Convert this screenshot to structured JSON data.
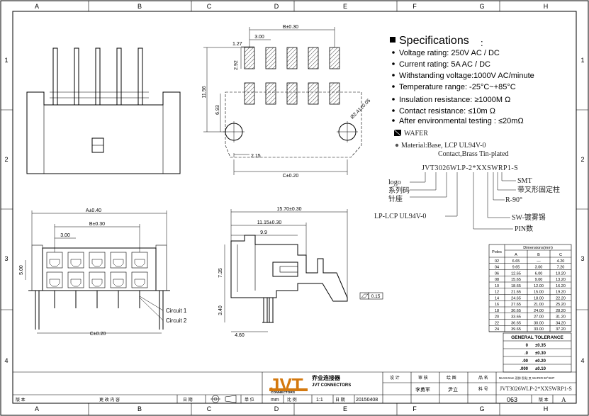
{
  "grid": {
    "columns": [
      "A",
      "B",
      "C",
      "D",
      "E",
      "F",
      "G",
      "H"
    ],
    "rows": [
      "1",
      "2",
      "3",
      "4"
    ]
  },
  "specs": {
    "title": "Specifications",
    "colon": ":",
    "items": [
      "Voltage rating: 250V AC / DC",
      "Current rating: 5A  AC / DC",
      "Withstanding voltage:1000V AC/minute",
      "Temperature range: -25°C~+85°C",
      "Insulation resistance: ≥1000M Ω",
      "Contact resistance:  ≤10m Ω",
      "After environmental testing :  ≤20mΩ"
    ]
  },
  "wafer": {
    "label": "WAFER",
    "material": "Material:Base, LCP  UL94V-0",
    "contact": "Contact,Brass Tin-plated"
  },
  "partno": {
    "code": "JVT3026WLP-2*XXSWRP1-S",
    "left_labels": [
      "logo",
      "系列码",
      "针座",
      "LP-LCP UL94V-0"
    ],
    "right_labels": [
      "SMT",
      "带叉形固定柱",
      "R-90°",
      "SW-镀雾锡",
      "PIN数"
    ]
  },
  "dims": {
    "top": {
      "b": "B±0.30",
      "pitch": "3.00",
      "w127": "1.27",
      "h292": "2.92",
      "h1156": "11.56",
      "h693": "6.93",
      "hole": "Ø2.41±0.05",
      "off": "2.15",
      "c": "C±0.20"
    },
    "front": {
      "a": "A±0.40",
      "b": "B±0.30",
      "pitch": "3.00",
      "h500": "5.00",
      "c": "C±0.20",
      "c1": "Circuit 1",
      "c2": "Circuit 2"
    },
    "side": {
      "d1570": "15.70±0.30",
      "d1115": "11.15±0.30",
      "d99": "9.9",
      "h735": "7.35",
      "h340": "3.40",
      "d460": "4.60",
      "flat": "0.15"
    }
  },
  "dim_table": {
    "title": "Dimensions(mm)",
    "headers": [
      "Poles",
      "A",
      "B",
      "C"
    ],
    "rows": [
      [
        "02",
        "6.65",
        "—",
        "4.20"
      ],
      [
        "04",
        "9.65",
        "3.00",
        "7.20"
      ],
      [
        "06",
        "12.65",
        "6.00",
        "10.20"
      ],
      [
        "08",
        "15.65",
        "9.00",
        "13.20"
      ],
      [
        "10",
        "18.65",
        "12.00",
        "16.20"
      ],
      [
        "12",
        "21.65",
        "15.00",
        "19.20"
      ],
      [
        "14",
        "24.65",
        "18.00",
        "22.20"
      ],
      [
        "16",
        "27.65",
        "21.00",
        "25.20"
      ],
      [
        "18",
        "30.65",
        "24.00",
        "28.20"
      ],
      [
        "20",
        "33.65",
        "27.00",
        "31.20"
      ],
      [
        "22",
        "36.65",
        "30.00",
        "34.20"
      ],
      [
        "24",
        "39.65",
        "33.00",
        "37.20"
      ]
    ]
  },
  "tolerance": {
    "title": "GENERAL TOLERANCE",
    "rows": [
      [
        "0",
        "±0.35"
      ],
      [
        ".0",
        "±0.30"
      ],
      [
        ".00",
        "±0.20"
      ],
      [
        ".000",
        "±0.10"
      ]
    ]
  },
  "titleblock": {
    "logo": "JVT",
    "logo_sub": "CONNECTORS",
    "company_cn": "乔业连接器",
    "company_en": "JVT CONNECTORS",
    "drawn_label": "设 计",
    "check_label": "审 核",
    "approve_label": "绘 图",
    "drawn_by": "李勇军",
    "check_by": "尹立",
    "name_label": "品 名",
    "name_value": "MLX3.0mm 双排 卧贴 叉 WAFER 90°SMT",
    "part_label": "料 号",
    "part_value": "JVT3026WLP-2*XXSWRP1-S",
    "page_value": "063",
    "ver_label": "版 本",
    "ver_value": "A",
    "unit_label": "单 位",
    "unit_value": "mm",
    "scale_label": "比 例",
    "scale_value": "1:1",
    "date_label": "日 期",
    "date_value": "20150408",
    "rev_label": "版 本",
    "rev_desc": "更 改 内 容",
    "rev_date": "日 期"
  }
}
